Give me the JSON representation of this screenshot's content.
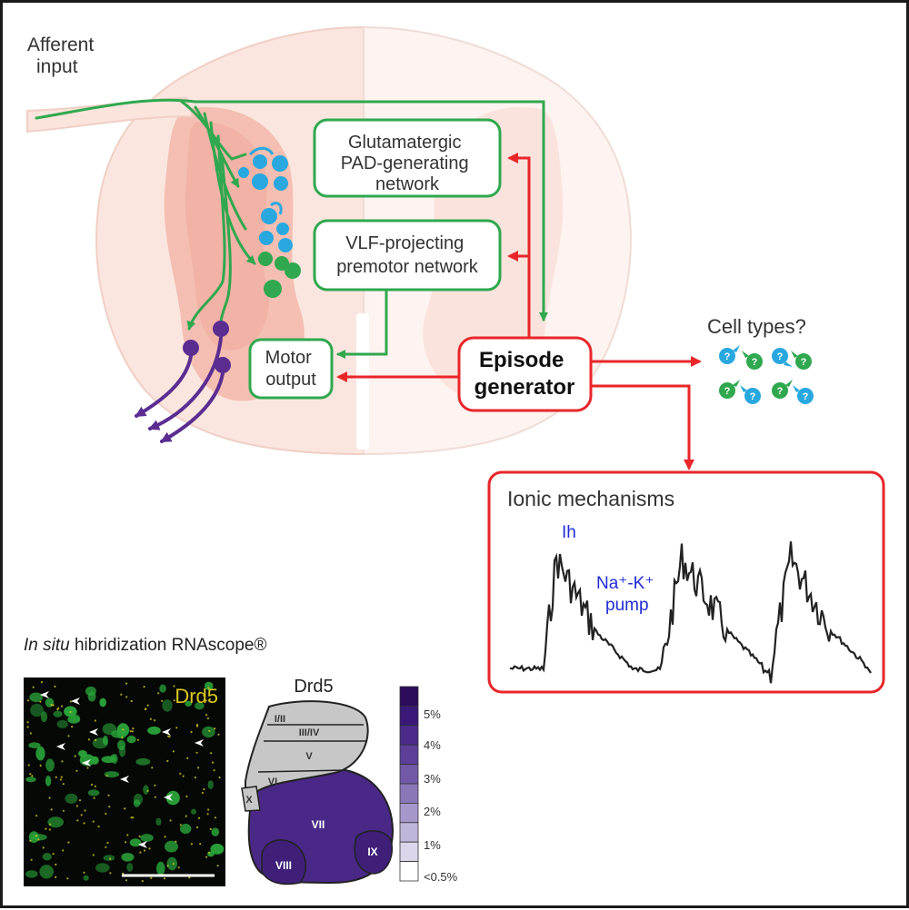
{
  "afferent": {
    "line1": "Afferent",
    "line2": "input"
  },
  "boxes": {
    "glutamatergic": {
      "line1": "Glutamatergic",
      "line2": "PAD-generating",
      "line3": "network"
    },
    "vlf": {
      "line1": "VLF-projecting",
      "line2": "premotor network"
    },
    "motor": {
      "line1": "Motor",
      "line2": "output"
    },
    "episode": {
      "line1": "Episode",
      "line2": "generator"
    }
  },
  "cell_types": {
    "label": "Cell types?"
  },
  "ionic": {
    "title": "Ionic mechanisms",
    "ih_label": "Ih",
    "pump_line1": "Na⁺-K⁺",
    "pump_line2": "pump"
  },
  "insitu": {
    "title_italic": "In situ",
    "title_rest": " hibridization RNAscope®",
    "micro_label": "Drd5"
  },
  "laminae": {
    "title": "Drd5",
    "labels": [
      "I/II",
      "III/IV",
      "V",
      "VI",
      "X",
      "VII",
      "VIII",
      "IX"
    ]
  },
  "colorscale": {
    "labels": [
      "5%",
      "4%",
      "3%",
      "2%",
      "1%",
      "<0.5%"
    ]
  },
  "colors": {
    "green": "#2fa84f",
    "red": "#e8262a",
    "blue": "#29a8e0",
    "purple": "#5b2d91",
    "text_blue": "#1f2bd6",
    "drd5_yellow": "#d8c81e"
  }
}
